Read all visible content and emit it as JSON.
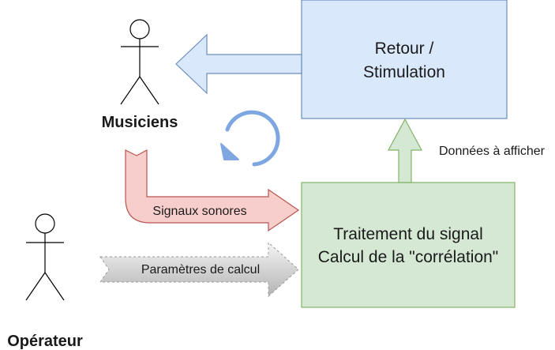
{
  "actors": {
    "musicians": {
      "label": "Musiciens"
    },
    "operator": {
      "label": "Opérateur"
    }
  },
  "boxes": {
    "feedback": {
      "line1": "Retour /",
      "line2": "Stimulation",
      "fill": "#dae8fc",
      "stroke": "#6c8ebf"
    },
    "processing": {
      "line1": "Traitement du signal",
      "line2": "Calcul de la \"corrélation\"",
      "fill": "#d5e8d4",
      "stroke": "#82b366"
    }
  },
  "arrows": {
    "sound_signals": {
      "label": "Signaux sonores",
      "fill": "#f8cecc",
      "stroke": "#b85450"
    },
    "calc_params": {
      "label": "Paramètres de calcul"
    },
    "display_data": {
      "label": "Données à afficher"
    },
    "feedback_arrow": {
      "fill": "#dae8fc",
      "stroke": "#6c8ebf"
    }
  },
  "icons": {
    "loop": "refresh-cycle-icon"
  },
  "colors": {
    "loop": "#7ea6e0"
  }
}
